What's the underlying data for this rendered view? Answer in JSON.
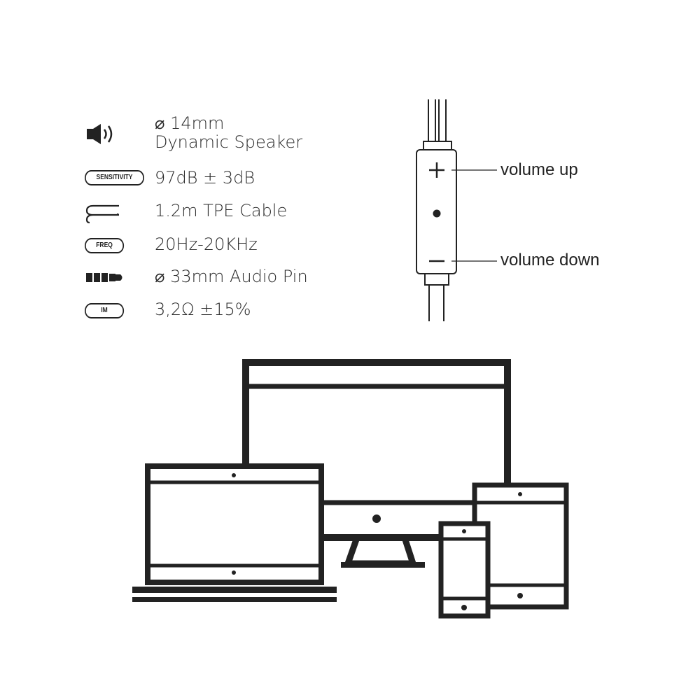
{
  "specs": [
    {
      "icon": "speaker-icon",
      "lines": [
        "⌀ 14mm",
        "Dynamic Speaker"
      ]
    },
    {
      "icon": "sensitivity-badge",
      "badge": "SENSITIVITY",
      "text": "97dB ± 3dB"
    },
    {
      "icon": "cable-icon",
      "text": "1.2m TPE Cable"
    },
    {
      "icon": "freq-badge",
      "badge": "FREQ",
      "text": "20Hz-20KHz"
    },
    {
      "icon": "audio-jack-icon",
      "text": "⌀ 33mm  Audio Pin"
    },
    {
      "icon": "impedance-badge",
      "badge": "IM",
      "text": "3,2Ω  ±15%"
    }
  ],
  "remote": {
    "volume_up": "volume up",
    "volume_down": "volume down"
  },
  "colors": {
    "ink": "#222222",
    "background": "#ffffff"
  }
}
